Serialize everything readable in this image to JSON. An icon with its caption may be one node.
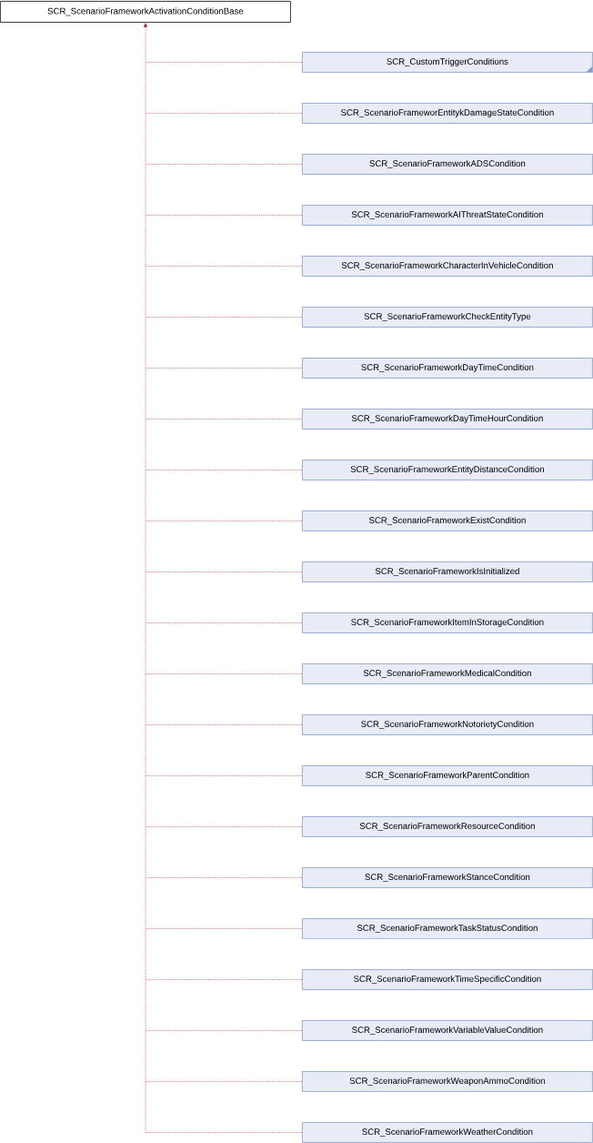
{
  "diagram": {
    "nodes": [
      {
        "text": [
          "SCR_ScenarioFrameworkActivationConditionBase"
        ]
      },
      {
        "text": [
          "SCR_CustomTriggerConditions"
        ]
      },
      {
        "text": [
          "SCR_ScenarioFrameworEntitykDamageStateCondition"
        ]
      },
      {
        "text": [
          "SCR_ScenarioFrameworkADSCondition"
        ]
      },
      {
        "text": [
          "SCR_ScenarioFrameworkAIThreatStateCondition"
        ]
      },
      {
        "text": [
          "SCR_ScenarioFrameworkCharacterInVehicleCondition"
        ]
      },
      {
        "text": [
          "SCR_ScenarioFrameworkCheckEntityType"
        ]
      },
      {
        "text": [
          "SCR_ScenarioFrameworkDayTimeCondition"
        ]
      },
      {
        "text": [
          "SCR_ScenarioFrameworkDayTimeHourCondition"
        ]
      },
      {
        "text": [
          "SCR_ScenarioFrameworkEntityDistanceCondition"
        ]
      },
      {
        "text": [
          "SCR_ScenarioFrameworkExistCondition"
        ]
      },
      {
        "text": [
          "SCR_ScenarioFrameworkIsInitialized"
        ]
      },
      {
        "text": [
          "SCR_ScenarioFrameworkItemInStorageCondition"
        ]
      },
      {
        "text": [
          "SCR_ScenarioFrameworkMedicalCondition"
        ]
      },
      {
        "text": [
          "SCR_ScenarioFrameworkNotorietyCondition"
        ]
      },
      {
        "text": [
          "SCR_ScenarioFrameworkParentCondition"
        ]
      },
      {
        "text": [
          "SCR_ScenarioFrameworkResourceCondition"
        ]
      },
      {
        "text": [
          "SCR_ScenarioFrameworkStanceCondition"
        ]
      },
      {
        "text": [
          "SCR_ScenarioFrameworkTaskStatusCondition"
        ]
      },
      {
        "text": [
          "SCR_ScenarioFrameworkTimeSpecificCondition"
        ]
      },
      {
        "text": [
          "SCR_ScenarioFrameworkVariableValueCondition"
        ]
      },
      {
        "text": [
          "SCR_ScenarioFrameworkWeaponAmmoCondition"
        ]
      },
      {
        "text": [
          "SCR_ScenarioFrameworkWeatherCondition"
        ]
      }
    ],
    "edges": [
      {
        "from": 1,
        "to": 0,
        "arrow": "to",
        "style": "dashed"
      },
      {
        "from": 2,
        "to": 0,
        "arrow": "to",
        "style": "dashed"
      },
      {
        "from": 3,
        "to": 0,
        "arrow": "to",
        "style": "dashed"
      },
      {
        "from": 4,
        "to": 0,
        "arrow": "to",
        "style": "dashed"
      },
      {
        "from": 5,
        "to": 0,
        "arrow": "to",
        "style": "dashed"
      },
      {
        "from": 6,
        "to": 0,
        "arrow": "to",
        "style": "dashed"
      },
      {
        "from": 7,
        "to": 0,
        "arrow": "to",
        "style": "dashed"
      },
      {
        "from": 8,
        "to": 0,
        "arrow": "to",
        "style": "dashed"
      },
      {
        "from": 9,
        "to": 0,
        "arrow": "to",
        "style": "dashed"
      },
      {
        "from": 10,
        "to": 0,
        "arrow": "to",
        "style": "dashed"
      },
      {
        "from": 11,
        "to": 0,
        "arrow": "to",
        "style": "dashed"
      },
      {
        "from": 12,
        "to": 0,
        "arrow": "to",
        "style": "dashed"
      },
      {
        "from": 13,
        "to": 0,
        "arrow": "to",
        "style": "dashed"
      },
      {
        "from": 14,
        "to": 0,
        "arrow": "to",
        "style": "dashed"
      },
      {
        "from": 15,
        "to": 0,
        "arrow": "to",
        "style": "dashed"
      },
      {
        "from": 16,
        "to": 0,
        "arrow": "to",
        "style": "dashed"
      },
      {
        "from": 17,
        "to": 0,
        "arrow": "to",
        "style": "dashed"
      },
      {
        "from": 18,
        "to": 0,
        "arrow": "to",
        "style": "dashed"
      },
      {
        "from": 19,
        "to": 0,
        "arrow": "to",
        "style": "dashed"
      },
      {
        "from": 20,
        "to": 0,
        "arrow": "to",
        "style": "dashed"
      },
      {
        "from": 21,
        "to": 0,
        "arrow": "to",
        "style": "dashed"
      },
      {
        "from": 22,
        "to": 0,
        "arrow": "to",
        "style": "dashed"
      }
    ]
  }
}
